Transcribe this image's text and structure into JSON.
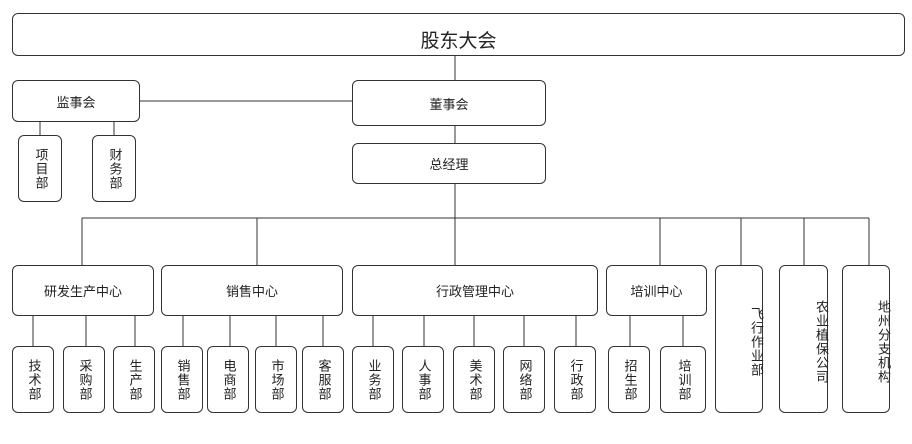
{
  "org": {
    "top": "股东大会",
    "supervisors": "监事会",
    "board": "董事会",
    "gm": "总经理",
    "sup_children": [
      "项目部",
      "财务部"
    ],
    "centers": [
      {
        "label": "研发生产中心",
        "children": [
          "技术部",
          "采购部",
          "生产部"
        ]
      },
      {
        "label": "销售中心",
        "children": [
          "销售部",
          "电商部",
          "市场部",
          "客服部"
        ]
      },
      {
        "label": "行政管理中心",
        "children": [
          "业务部",
          "人事部",
          "美术部",
          "网络部",
          "行政部"
        ]
      },
      {
        "label": "培训中心",
        "children": [
          "招生部",
          "培训部"
        ]
      }
    ],
    "tall_units": [
      "飞行作业部",
      "农业植保公司",
      "地州分支机构"
    ]
  }
}
